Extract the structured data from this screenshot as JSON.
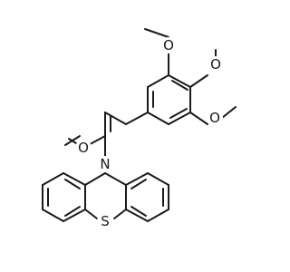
{
  "molecule": {
    "atoms": {
      "O_methoxy_top": "O",
      "O_methoxy_right_upper": "O",
      "O_methoxy_right_lower": "O",
      "O_carbonyl": "O",
      "N_ring": "N",
      "S_ring": "S"
    }
  }
}
